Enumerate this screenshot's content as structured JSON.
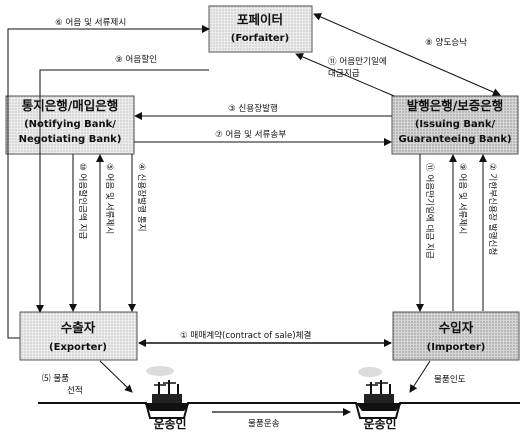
{
  "boxes": {
    "forfaiter": {
      "title": "포페이터",
      "subtitle": "(Forfaiter)"
    },
    "notifying": {
      "title": "통지은행/매입은행",
      "subtitle1": "(Notifying Bank/",
      "subtitle2": "Negotiating Bank)"
    },
    "issuing": {
      "title": "발행은행/보증은행",
      "subtitle1": "(Issuing Bank/",
      "subtitle2": "Guaranteeing Bank)"
    },
    "exporter": {
      "title": "수출자",
      "subtitle": "(Exporter)"
    },
    "importer": {
      "title": "수입자",
      "subtitle": "(Importer)"
    }
  },
  "labels": {
    "s6": "⑥ 어음 및 서류제시",
    "s9": "⑨ 어음할인",
    "s8": "⑧ 양도승낙",
    "s11a": "⑪ 어음만기일에",
    "s11b": "대금지급",
    "s3": "③ 신용장발행",
    "s7": "⑦ 어음 및 서류송부",
    "s10": "⑩ 어음할인금액 지급",
    "s5b": "⑤ 어음 및 서류제시",
    "s4": "④ 신용장발행 통지",
    "s11v": "⑪ 어음만기일에 대금 지급",
    "s9v": "⑨ 어음 및 서류제시",
    "s2": "② 기한부신용장 발행신청",
    "s1": "① 매매계약(contract of sale)체결",
    "s5a": "⑸ 물품",
    "s5a2": "선적",
    "delivery": "물품인도",
    "transport": "물품운송",
    "carrier1": "운송인",
    "carrier2": "운송인"
  }
}
